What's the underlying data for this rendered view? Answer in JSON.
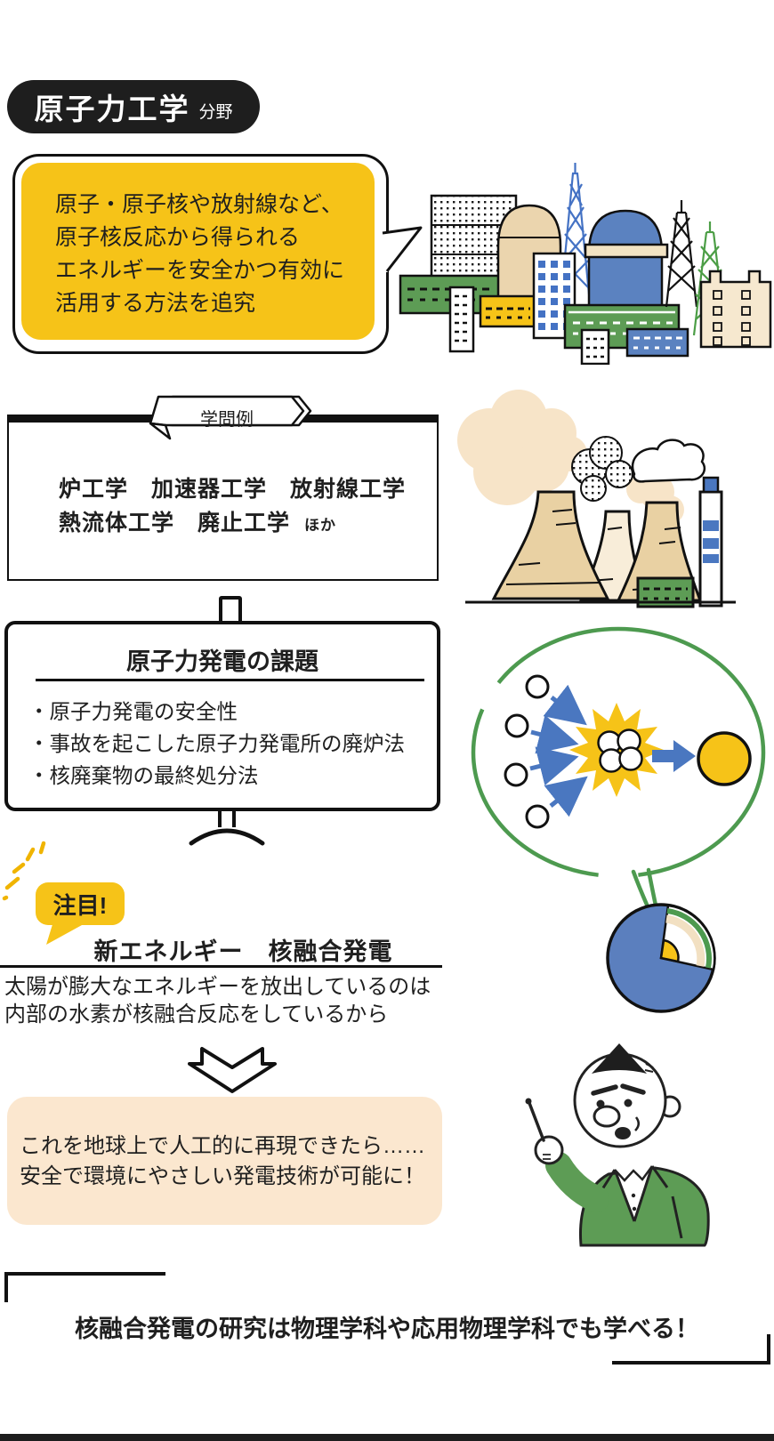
{
  "badge": {
    "title": "原子力工学",
    "suffix": "分野"
  },
  "intro_bubble": {
    "lines": [
      "原子・原子核や放射線など、",
      "原子核反応から得られる",
      "エネルギーを安全かつ有効に",
      "活用する方法を追究"
    ]
  },
  "fields_box": {
    "ribbon": "学問例",
    "line1": "炉工学　加速器工学　放射線工学",
    "line2": "熱流体工学　廃止工学",
    "line2_note": "ほか"
  },
  "issues_box": {
    "title": "原子力発電の課題",
    "items": [
      "・原子力発電の安全性",
      "・事故を起こした原子力発電所の廃炉法",
      "・核廃棄物の最終処分法"
    ]
  },
  "attention": {
    "badge": "注目!",
    "heading": "新エネルギー　核融合発電",
    "body_lines": [
      "太陽が膨大なエネルギーを放出しているのは",
      "内部の水素が核融合反応をしているから"
    ]
  },
  "result_box": {
    "lines": [
      "これを地球上で人工的に再現できたら……",
      "安全で環境にやさしい発電技術が可能に！"
    ]
  },
  "footer": {
    "note": "核融合発電の研究は物理学科や応用物理学科でも学べる！"
  },
  "colors": {
    "yellow": "#F6C318",
    "green": "#5D9C55",
    "blue": "#4A77C0",
    "window_blue": "#4472C4",
    "beige": "#E9D1A3",
    "beige_light": "#F7E4C8",
    "result_bg": "#FBE7CF",
    "ink": "#1F1F1F"
  }
}
